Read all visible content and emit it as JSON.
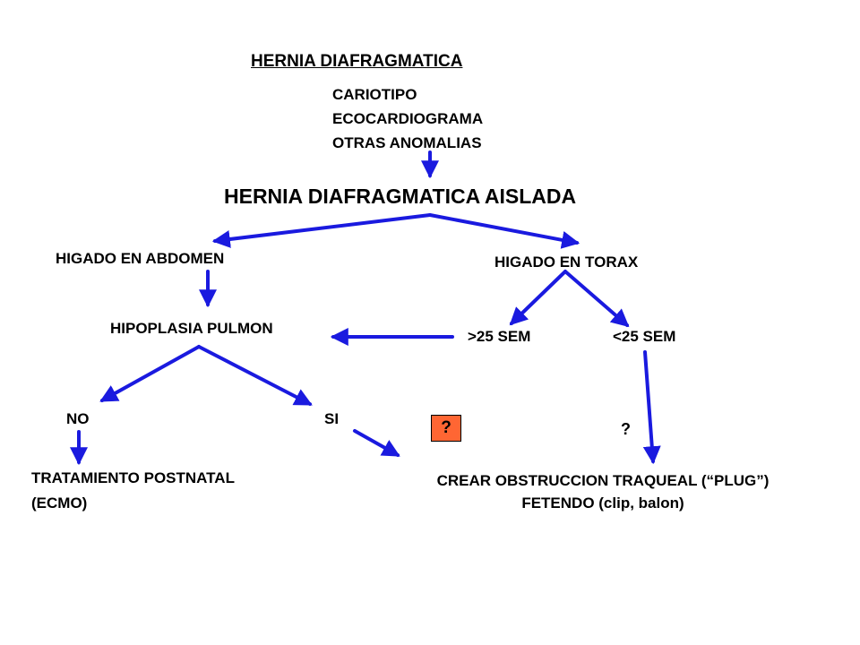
{
  "diagram": {
    "title": "HERNIA DIAFRAGMATICA",
    "tests": [
      "CARIOTIPO",
      "ECOCARDIOGRAMA",
      "OTRAS ANOMALIAS"
    ],
    "isolated": "HERNIA DIAFRAGMATICA AISLADA",
    "liver_abdomen": "HIGADO EN ABDOMEN",
    "liver_thorax": "HIGADO EN TORAX",
    "lung_hypoplasia": "HIPOPLASIA PULMON",
    "over_25": ">25 SEM",
    "under_25": "<25 SEM",
    "no": "NO",
    "si": "SI",
    "question_box": "?",
    "question_plain": "?",
    "postnatal": [
      "TRATAMIENTO POSTNATAL",
      "(ECMO)"
    ],
    "tracheal": [
      "CREAR OBSTRUCCION TRAQUEAL (“PLUG”)",
      "FETENDO (clip, balon)"
    ]
  },
  "colors": {
    "arrow": "#1a1adf",
    "question_box_fill": "#ff6633",
    "text": "#000000"
  }
}
